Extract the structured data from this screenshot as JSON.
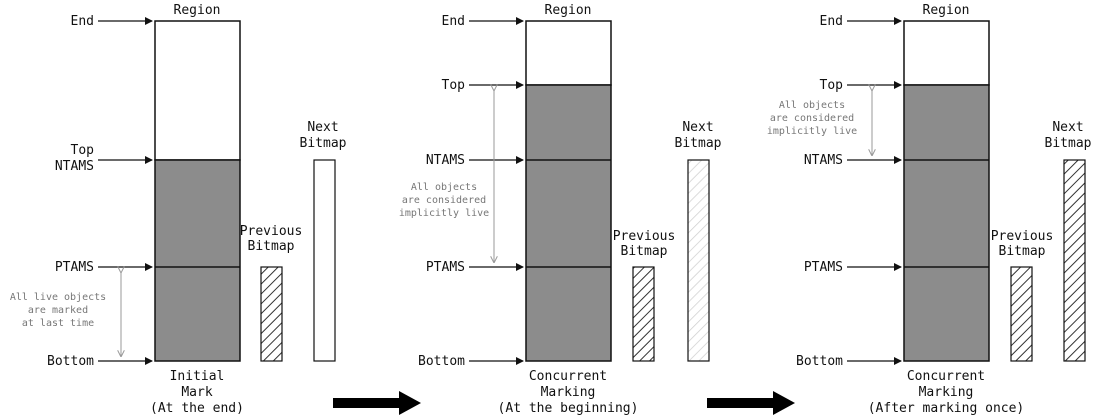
{
  "colors": {
    "line": "#111111",
    "filled": "#8c8c8c",
    "annotation": "#999999",
    "hatch": "#333333"
  },
  "panels": [
    {
      "title": "Region",
      "labels": {
        "end": "End",
        "top": "Top",
        "ntams": "NTAMS",
        "ptams": "PTAMS",
        "bottom": "Bottom"
      },
      "caption": [
        "Initial",
        "Mark",
        "(At the end)"
      ],
      "next_bitmap": [
        "Next",
        "Bitmap"
      ],
      "previous_bitmap": [
        "Previous",
        "Bitmap"
      ],
      "note": [
        "All live objects",
        "are marked",
        "at last time"
      ]
    },
    {
      "title": "Region",
      "labels": {
        "end": "End",
        "top": "Top",
        "ntams": "NTAMS",
        "ptams": "PTAMS",
        "bottom": "Bottom"
      },
      "caption": [
        "Concurrent",
        "Marking",
        "(At the beginning)"
      ],
      "next_bitmap": [
        "Next",
        "Bitmap"
      ],
      "previous_bitmap": [
        "Previous",
        "Bitmap"
      ],
      "note": [
        "All objects",
        "are considered",
        "implicitly live"
      ]
    },
    {
      "title": "Region",
      "labels": {
        "end": "End",
        "top": "Top",
        "ntams": "NTAMS",
        "ptams": "PTAMS",
        "bottom": "Bottom"
      },
      "caption": [
        "Concurrent",
        "Marking",
        "(After marking once)"
      ],
      "next_bitmap": [
        "Next",
        "Bitmap"
      ],
      "previous_bitmap": [
        "Previous",
        "Bitmap"
      ],
      "note": [
        "All objects",
        "are considered",
        "implicitly live"
      ]
    }
  ]
}
